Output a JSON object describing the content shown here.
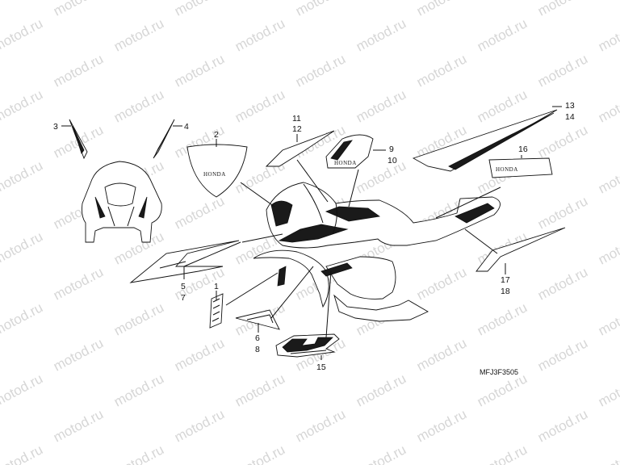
{
  "watermark": "motod.ru",
  "diagram_code": "MFJ3F3505",
  "callouts": {
    "c1": "1",
    "c2": "2",
    "c3": "3",
    "c4": "4",
    "c5": "5",
    "c7": "7",
    "c6": "6",
    "c8": "8",
    "c9": "9",
    "c10": "10",
    "c11": "11",
    "c12": "12",
    "c13": "13",
    "c14": "14",
    "c15": "15",
    "c16": "16",
    "c17": "17",
    "c18": "18"
  },
  "decal_text": {
    "honda_small": "HONDA",
    "honda_9": "HONDA",
    "honda_16": "HONDA"
  }
}
